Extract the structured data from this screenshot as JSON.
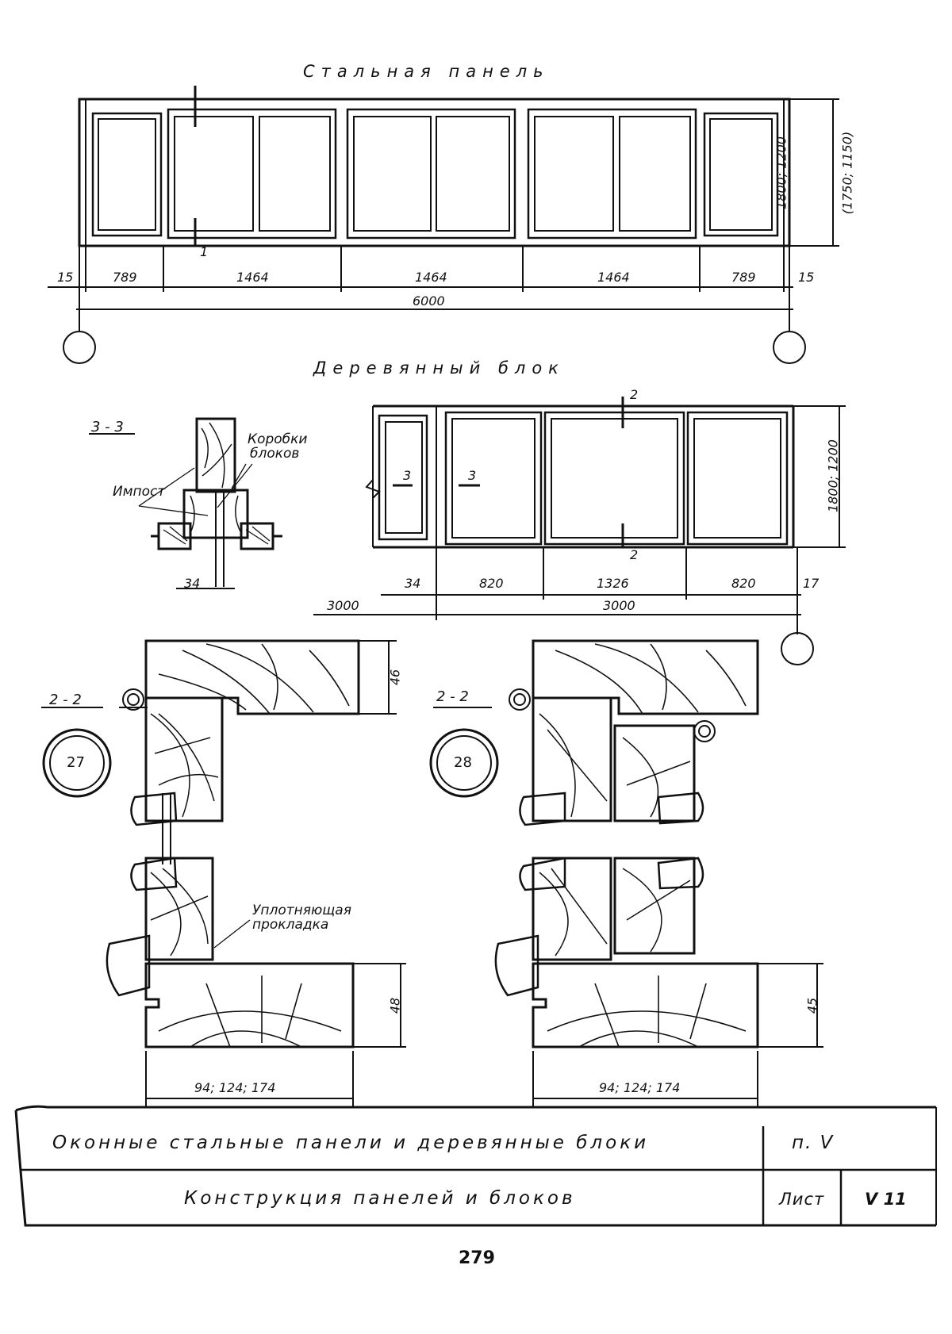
{
  "steel_panel": {
    "title": "Стальная панель",
    "section_mark": "1",
    "dims": [
      "15",
      "789",
      "1464",
      "1464",
      "1464",
      "789",
      "15"
    ],
    "total": "6000",
    "height": "1800; 1200",
    "height_alt": "(1750; 1150)"
  },
  "wood_block": {
    "title": "Деревянный блок",
    "section_33": "3 - 3",
    "label_impost": "Импост",
    "label_box_1": "Коробки",
    "label_box_2": "блоков",
    "section_mark_2": "2",
    "section_mark_3": "3",
    "dim_34a": "34",
    "dim_34b": "34",
    "dims": [
      "820",
      "1326",
      "820"
    ],
    "dim_17": "17",
    "span_left": "3000",
    "span_right": "3000",
    "height": "1800; 1200"
  },
  "details": {
    "section_22a": "2 - 2",
    "section_22b": "2 - 2",
    "node_27": "27",
    "node_28": "28",
    "dim_46": "46",
    "dim_48": "48",
    "dim_45": "45",
    "seal_1": "Уплотняющая",
    "seal_2": "прокладка",
    "width_a": "94; 124; 174",
    "width_b": "94; 124; 174"
  },
  "title_block": {
    "row1": "Оконные стальные панели и деревянные блоки",
    "part": "п. V",
    "row2": "Конструкция панелей и блоков",
    "sheet_label": "Лист",
    "sheet_no": "V 11"
  },
  "page_number": "279"
}
